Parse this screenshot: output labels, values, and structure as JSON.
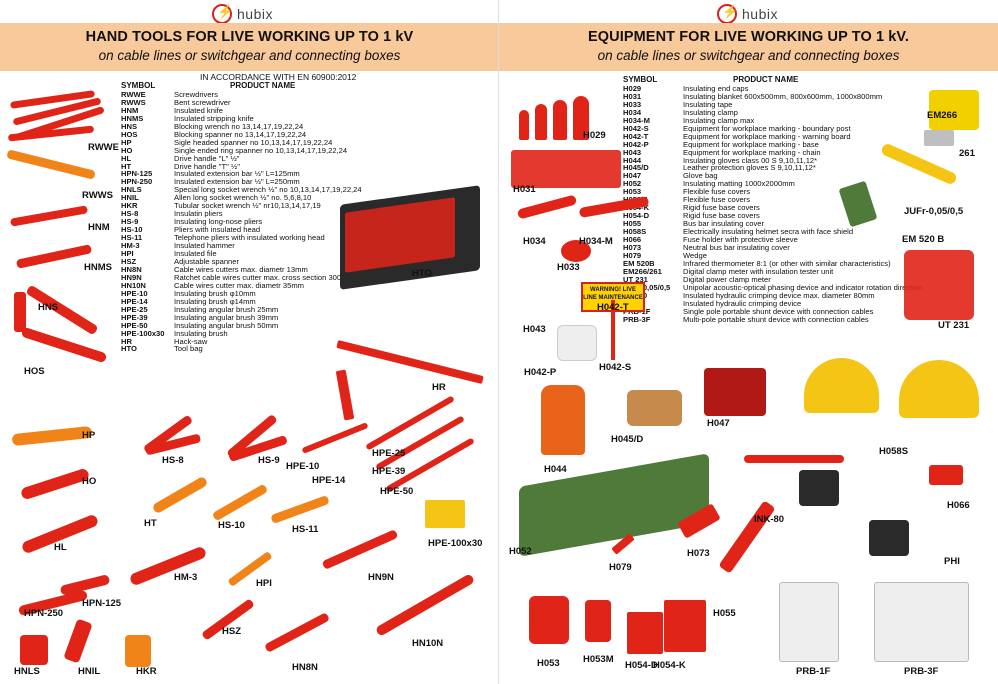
{
  "brand": {
    "name": "hubix"
  },
  "left": {
    "title": "HAND TOOLS FOR LIVE WORKING UP TO  1 kV",
    "subtitle": "on cable lines or switchgear and connecting boxes",
    "standard": "IN  ACCORDANCE WITH  EN 60900:2012",
    "headers": {
      "symbol": "SYMBOL",
      "product": "PRODUCT NAME"
    },
    "rows": [
      [
        "RWWE",
        "Screwdrivers"
      ],
      [
        "RWWS",
        "Bent screwdriver"
      ],
      [
        "HNM",
        "Insulated knife"
      ],
      [
        "HNMS",
        "Insulated stripping knife"
      ],
      [
        "HNS",
        "Blocking wrench no 13,14,17,19,22,24"
      ],
      [
        "HOS",
        "Blocking spanner no 13,14,17,19,22,24"
      ],
      [
        "HP",
        "Sigle headed spanner no 10,13,14,17,19,22,24"
      ],
      [
        "HO",
        "Single ended ring spanner no 10,13,14,17,19,22,24"
      ],
      [
        "HL",
        "Drive handle \"L\"  ½\""
      ],
      [
        "HT",
        "Drive handle \"T\"  ½\""
      ],
      [
        "HPN-125",
        "Insulated extension bar ½\" L=125mm"
      ],
      [
        "HPN-250",
        "Insulated extension bar ½\" L=250mm"
      ],
      [
        "HNLS",
        "Special long socket wrench ½\" no 10,13,14,17,19,22,24"
      ],
      [
        "HNIL",
        "Allen long socket wrench ½\"  no. 5,6,8,10"
      ],
      [
        "HKR",
        "Tubular socket wrench ½\" nr10,13,14,17,19"
      ],
      [
        "HS-8",
        "Insulatin pliers"
      ],
      [
        "HS-9",
        "Insulating long-nose pliers"
      ],
      [
        "HS-10",
        "Pliers with insulated head"
      ],
      [
        "HS-11",
        "Telephone pliers with insulated working head"
      ],
      [
        "HM-3",
        "Insulated hammer"
      ],
      [
        "HPI",
        "Insulated file"
      ],
      [
        "HSZ",
        "Adjustable spanner"
      ],
      [
        "HN8N",
        "Cable wires cutters max. diametr 13mm"
      ],
      [
        "HN9N",
        "Ratchet cable wires cutter max. cross section 300mm²"
      ],
      [
        "HN10N",
        "Cable wires cutter  max. diametr 35mm"
      ],
      [
        "HPE-10",
        "Insulating brush φ10mm"
      ],
      [
        "HPE-14",
        "Insulating brush φ14mm"
      ],
      [
        "HPE-25",
        "Insulating angular brush 25mm"
      ],
      [
        "HPE-39",
        "Insulating angular brush 39mm"
      ],
      [
        "HPE-50",
        "Insulating angular brush 50mm"
      ],
      [
        "HPE-100x30",
        "Insulating brush"
      ],
      [
        "HR",
        "Hack-saw"
      ],
      [
        "HTO",
        "Tool bag"
      ]
    ],
    "labels": [
      "RWWE",
      "RWWS",
      "HNM",
      "HNMS",
      "HNS",
      "HOS",
      "HTO",
      "HR",
      "HP",
      "HS-8",
      "HS-9",
      "HPE-10",
      "HPE-14",
      "HPE-25",
      "HPE-39",
      "HPE-50",
      "HO",
      "HT",
      "HS-10",
      "HS-11",
      "HPE-100x30",
      "HL",
      "HM-3",
      "HPI",
      "HN9N",
      "HPN-250",
      "HPN-125",
      "HSZ",
      "HN10N",
      "HNLS",
      "HNIL",
      "HKR",
      "HN8N"
    ]
  },
  "right": {
    "title": "EQUIPMENT FOR LIVE WORKING UP TO  1 kV.",
    "subtitle": "on cable lines or switchgear and connecting boxes",
    "headers": {
      "symbol": "SYMBOL",
      "product": "PRODUCT NAME"
    },
    "rows": [
      [
        "H029",
        "Insulating end caps"
      ],
      [
        "H031",
        "Insulating blanket 600x500mm, 800x600mm, 1000x800mm"
      ],
      [
        "H033",
        "Insulating tape"
      ],
      [
        "H034",
        "Insulating clamp"
      ],
      [
        "H034-M",
        "Insulating clamp max"
      ],
      [
        "H042-S",
        "Equipment for workplace marking - boundary post"
      ],
      [
        "H042-T",
        "Equipment for workplace marking - warning board"
      ],
      [
        "H042-P",
        "Equipment for workplace marking - base"
      ],
      [
        "H043",
        "Equipment for workplace marking - chain"
      ],
      [
        "H044",
        "Insulating gloves class 00  S 9,10,11,12*"
      ],
      [
        "H045/D",
        "Leather protection gloves  S 9,10,11,12*"
      ],
      [
        "H047",
        "Glove bag"
      ],
      [
        "H052",
        "Insulating matting 1000x2000mm"
      ],
      [
        "H053",
        "Flexible fuse covers"
      ],
      [
        "H053M",
        "Flexible fuse covers"
      ],
      [
        "H054-K",
        "Rigid fuse base covers"
      ],
      [
        "H054-D",
        "Rigid fuse base covers"
      ],
      [
        "H055",
        "Bus bar insulating cover"
      ],
      [
        "H058S",
        "Electrically insulating helmet secra with face shield"
      ],
      [
        "H066",
        "Fuse holder with protective sleeve"
      ],
      [
        "H073",
        "Neutral bus bar insulating cover"
      ],
      [
        "H079",
        "Wedge"
      ],
      [
        "EM 520B",
        "Infrared thermometer 8:1 (or other with similar characteristics)"
      ],
      [
        "EM266/261",
        "Digital clamp meter with insulation tester unit"
      ],
      [
        "UT 231",
        "Digital power clamp meter"
      ],
      [
        "JUFr-0,05/0,5",
        "Unipolar acoustic-optical phasing device and indicator rotation direction"
      ],
      [
        "INK-80",
        "Insulated hydraulic crimping device  max. diameter 80mm"
      ],
      [
        "PHI",
        "Insulated hydraulic crimping device"
      ],
      [
        "PRB-1F",
        "Single pole portable shunt device with connection cables"
      ],
      [
        "PRB-3F",
        "Multi-pole portable shunt device with connection cables"
      ]
    ],
    "warning": "WARNING! LIVE LINE MAINTENANCE",
    "labels": [
      "H029",
      "EM266",
      "261",
      "H031",
      "JUFr-0,05/0,5",
      "EM 520 B",
      "H034",
      "H034-M",
      "H033",
      "H042-T",
      "H043",
      "UT 231",
      "H042-P",
      "H042-S",
      "H047",
      "H045/D",
      "H044",
      "H058S",
      "H066",
      "INK-80",
      "H052",
      "H073",
      "H079",
      "PHI",
      "H055",
      "H053",
      "H053M",
      "H054-D",
      "H054-K",
      "PRB-1F",
      "PRB-3F"
    ]
  }
}
